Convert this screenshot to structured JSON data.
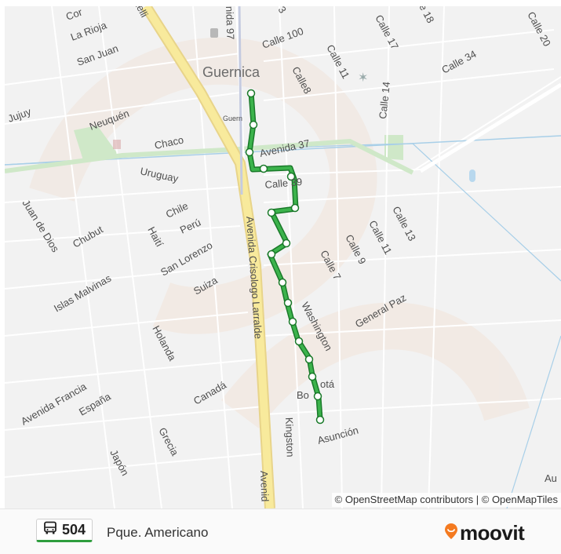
{
  "map": {
    "city_label": "Guernica",
    "city_label_small": "Guern",
    "attribution": "© OpenStreetMap contributors | © OpenMapTiles",
    "streets": [
      "Cor",
      "La Rioja",
      "San Juan",
      "Jujuy",
      "Neuquén",
      "Chaco",
      "Uruguay",
      "Chile",
      "Perú",
      "Chubut",
      "Juan de Dios",
      "Haití",
      "San Lorenzo",
      "Islas Malvinas",
      "Suiza",
      "Holanda",
      "Canadá",
      "Avenida Francia",
      "España",
      "Grecia",
      "Japón",
      "nida 97",
      "Calle 100",
      "3",
      "Calle8",
      "Calle 11",
      "Calle 17",
      "Calle 14",
      "e 18",
      "Calle 34",
      "Calle 20",
      "Avenida 37",
      "Calle 39",
      "Avenida Crisologo Larralde",
      "Calle 7",
      "Calle 9",
      "Calle 11",
      "Calle 13",
      "General Paz",
      "Washington",
      "Bo",
      "otá",
      "Kingston",
      "Asunción",
      "Avenid",
      "Au",
      "telli"
    ]
  },
  "route": {
    "number": "504",
    "name": "Pque. Americano",
    "color": "#2e9e3e"
  },
  "brand": {
    "name": "moovit",
    "accent": "#f47a20"
  }
}
